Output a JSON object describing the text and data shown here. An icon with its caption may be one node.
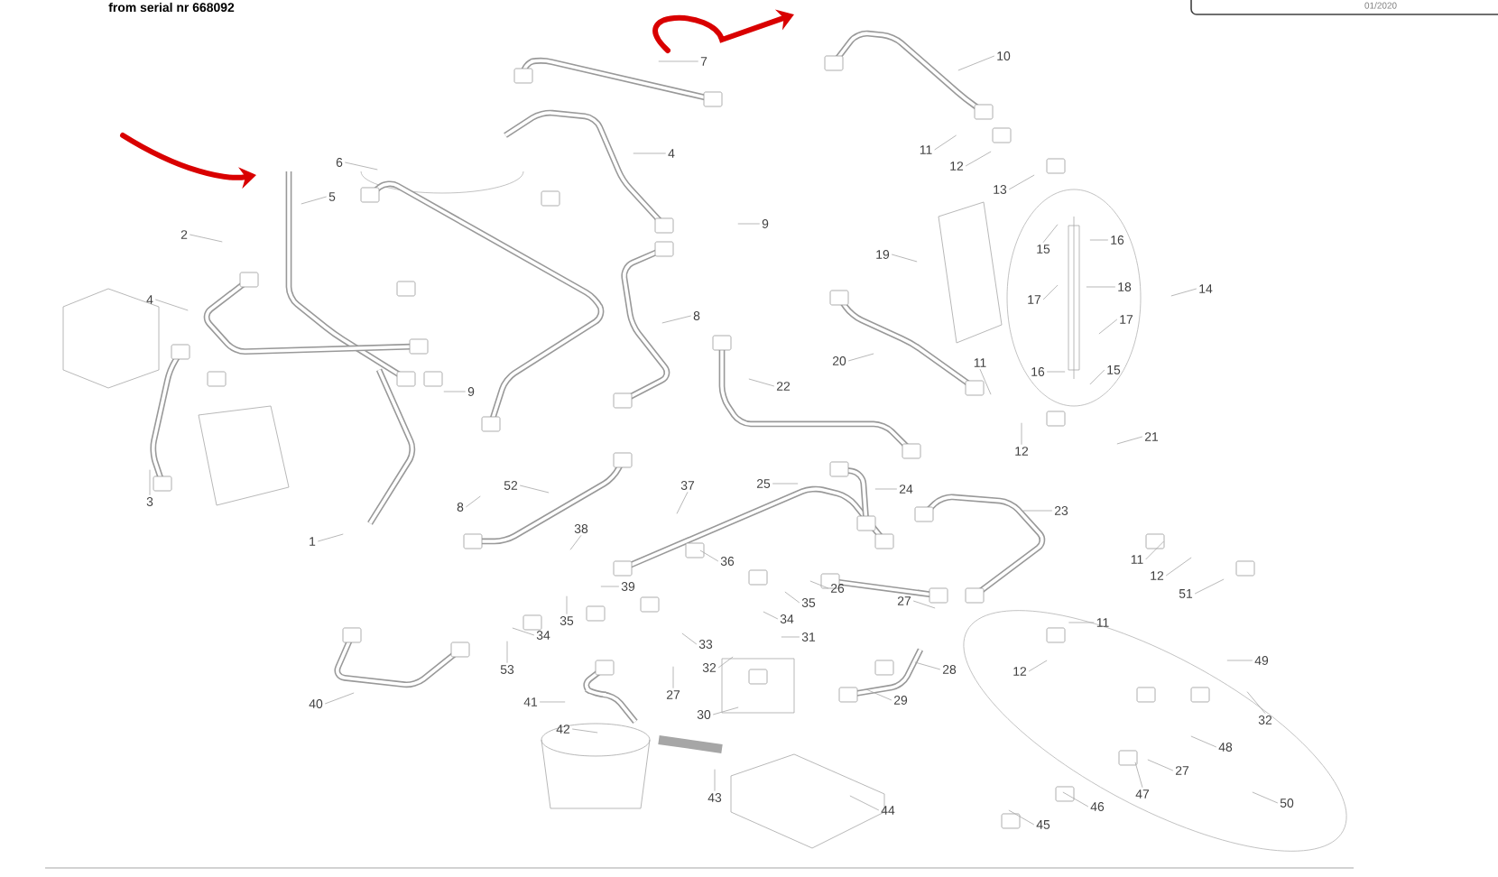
{
  "diagram": {
    "labels": [
      "from serial nr 668092",
      "01/2020"
    ],
    "nodes": [
      {
        "text": [
          "7"
        ]
      },
      {
        "text": [
          "10"
        ]
      },
      {
        "text": [
          "4"
        ]
      },
      {
        "text": [
          "11"
        ]
      },
      {
        "text": [
          "12"
        ]
      },
      {
        "text": [
          "13"
        ]
      },
      {
        "text": [
          "6"
        ]
      },
      {
        "text": [
          "5"
        ]
      },
      {
        "text": [
          "9"
        ]
      },
      {
        "text": [
          "2"
        ]
      },
      {
        "text": [
          "16"
        ]
      },
      {
        "text": [
          "15"
        ]
      },
      {
        "text": [
          "19"
        ]
      },
      {
        "text": [
          "18"
        ]
      },
      {
        "text": [
          "14"
        ]
      },
      {
        "text": [
          "4"
        ]
      },
      {
        "text": [
          "17"
        ]
      },
      {
        "text": [
          "8"
        ]
      },
      {
        "text": [
          "17"
        ]
      },
      {
        "text": [
          "20"
        ]
      },
      {
        "text": [
          "16"
        ]
      },
      {
        "text": [
          "15"
        ]
      },
      {
        "text": [
          "11"
        ]
      },
      {
        "text": [
          "22"
        ]
      },
      {
        "text": [
          "9"
        ]
      },
      {
        "text": [
          "12"
        ]
      },
      {
        "text": [
          "21"
        ]
      },
      {
        "text": [
          "3"
        ]
      },
      {
        "text": [
          "52"
        ]
      },
      {
        "text": [
          "37"
        ]
      },
      {
        "text": [
          "25"
        ]
      },
      {
        "text": [
          "24"
        ]
      },
      {
        "text": [
          "23"
        ]
      },
      {
        "text": [
          "8"
        ]
      },
      {
        "text": [
          "38"
        ]
      },
      {
        "text": [
          "1"
        ]
      },
      {
        "text": [
          "36"
        ]
      },
      {
        "text": [
          "26"
        ]
      },
      {
        "text": [
          "11"
        ]
      },
      {
        "text": [
          "12"
        ]
      },
      {
        "text": [
          "51"
        ]
      },
      {
        "text": [
          "39"
        ]
      },
      {
        "text": [
          "27"
        ]
      },
      {
        "text": [
          "35"
        ]
      },
      {
        "text": [
          "34"
        ]
      },
      {
        "text": [
          "35"
        ]
      },
      {
        "text": [
          "34"
        ]
      },
      {
        "text": [
          "33"
        ]
      },
      {
        "text": [
          "31"
        ]
      },
      {
        "text": [
          "11"
        ]
      },
      {
        "text": [
          "12"
        ]
      },
      {
        "text": [
          "53"
        ]
      },
      {
        "text": [
          "32"
        ]
      },
      {
        "text": [
          "28"
        ]
      },
      {
        "text": [
          "49"
        ]
      },
      {
        "text": [
          "40"
        ]
      },
      {
        "text": [
          "41"
        ]
      },
      {
        "text": [
          "27"
        ]
      },
      {
        "text": [
          "29"
        ]
      },
      {
        "text": [
          "32"
        ]
      },
      {
        "text": [
          "30"
        ]
      },
      {
        "text": [
          "48"
        ]
      },
      {
        "text": [
          "42"
        ]
      },
      {
        "text": [
          "43"
        ]
      },
      {
        "text": [
          "27"
        ]
      },
      {
        "text": [
          "47"
        ]
      },
      {
        "text": [
          "46"
        ]
      },
      {
        "text": [
          "44"
        ]
      },
      {
        "text": [
          "50"
        ]
      },
      {
        "text": [
          "45"
        ]
      }
    ],
    "edges": [
      {
        "from": 0,
        "to": null,
        "arrow": "none"
      },
      {
        "from": 1,
        "to": null,
        "arrow": "none"
      },
      {
        "from": 2,
        "to": null,
        "arrow": "none"
      },
      {
        "from": 3,
        "to": null,
        "arrow": "none"
      },
      {
        "from": 4,
        "to": null,
        "arrow": "none"
      },
      {
        "from": 5,
        "to": null,
        "arrow": "none"
      },
      {
        "from": 6,
        "to": null,
        "arrow": "none"
      },
      {
        "from": 7,
        "to": null,
        "arrow": "none"
      },
      {
        "from": 8,
        "to": null,
        "arrow": "none"
      },
      {
        "from": 9,
        "to": null,
        "arrow": "none"
      },
      {
        "from": 10,
        "to": null,
        "arrow": "none"
      },
      {
        "from": 11,
        "to": null,
        "arrow": "none"
      },
      {
        "from": 12,
        "to": null,
        "arrow": "none"
      },
      {
        "from": 13,
        "to": null,
        "arrow": "none"
      },
      {
        "from": 14,
        "to": null,
        "arrow": "none"
      },
      {
        "from": 15,
        "to": null,
        "arrow": "none"
      },
      {
        "from": 16,
        "to": null,
        "arrow": "none"
      },
      {
        "from": 17,
        "to": null,
        "arrow": "none"
      },
      {
        "from": 18,
        "to": null,
        "arrow": "none"
      },
      {
        "from": 19,
        "to": null,
        "arrow": "none"
      },
      {
        "from": 20,
        "to": null,
        "arrow": "none"
      },
      {
        "from": 21,
        "to": null,
        "arrow": "none"
      },
      {
        "from": 22,
        "to": null,
        "arrow": "none"
      },
      {
        "from": 23,
        "to": null,
        "arrow": "none"
      },
      {
        "from": 24,
        "to": null,
        "arrow": "none"
      },
      {
        "from": 25,
        "to": null,
        "arrow": "none"
      },
      {
        "from": 26,
        "to": null,
        "arrow": "none"
      },
      {
        "from": 27,
        "to": null,
        "arrow": "none"
      },
      {
        "from": 28,
        "to": null,
        "arrow": "none"
      },
      {
        "from": 29,
        "to": null,
        "arrow": "none"
      },
      {
        "from": 30,
        "to": null,
        "arrow": "none"
      },
      {
        "from": 31,
        "to": null,
        "arrow": "none"
      },
      {
        "from": 32,
        "to": null,
        "arrow": "none"
      },
      {
        "from": 33,
        "to": null,
        "arrow": "none"
      },
      {
        "from": 34,
        "to": null,
        "arrow": "none"
      },
      {
        "from": 35,
        "to": null,
        "arrow": "none"
      },
      {
        "from": 36,
        "to": null,
        "arrow": "none"
      },
      {
        "from": 37,
        "to": null,
        "arrow": "none"
      },
      {
        "from": 38,
        "to": null,
        "arrow": "none"
      },
      {
        "from": 39,
        "to": null,
        "arrow": "none"
      },
      {
        "from": 40,
        "to": null,
        "arrow": "none"
      },
      {
        "from": 41,
        "to": null,
        "arrow": "none"
      },
      {
        "from": 42,
        "to": null,
        "arrow": "none"
      },
      {
        "from": 43,
        "to": null,
        "arrow": "none"
      },
      {
        "from": 44,
        "to": null,
        "arrow": "none"
      },
      {
        "from": 45,
        "to": null,
        "arrow": "none"
      },
      {
        "from": 46,
        "to": null,
        "arrow": "none"
      },
      {
        "from": 47,
        "to": null,
        "arrow": "none"
      },
      {
        "from": 48,
        "to": null,
        "arrow": "none"
      },
      {
        "from": 49,
        "to": null,
        "arrow": "none"
      },
      {
        "from": 50,
        "to": null,
        "arrow": "none"
      },
      {
        "from": 51,
        "to": null,
        "arrow": "none"
      },
      {
        "from": 52,
        "to": null,
        "arrow": "none"
      },
      {
        "from": 53,
        "to": null,
        "arrow": "none"
      },
      {
        "from": 54,
        "to": null,
        "arrow": "none"
      },
      {
        "from": 55,
        "to": null,
        "arrow": "none"
      },
      {
        "from": 56,
        "to": null,
        "arrow": "none"
      },
      {
        "from": 57,
        "to": null,
        "arrow": "none"
      },
      {
        "from": 58,
        "to": null,
        "arrow": "none"
      },
      {
        "from": 59,
        "to": null,
        "arrow": "none"
      },
      {
        "from": 60,
        "to": null,
        "arrow": "none"
      },
      {
        "from": 61,
        "to": null,
        "arrow": "none"
      },
      {
        "from": 62,
        "to": null,
        "arrow": "none"
      },
      {
        "from": 63,
        "to": null,
        "arrow": "none"
      },
      {
        "from": 64,
        "to": null,
        "arrow": "none"
      },
      {
        "from": 65,
        "to": null,
        "arrow": "none"
      },
      {
        "from": 66,
        "to": null,
        "arrow": "none"
      },
      {
        "from": 67,
        "to": null,
        "arrow": "none"
      },
      {
        "from": 68,
        "to": null,
        "arrow": "none"
      },
      {
        "from": 69,
        "to": null,
        "arrow": "none"
      }
    ]
  }
}
